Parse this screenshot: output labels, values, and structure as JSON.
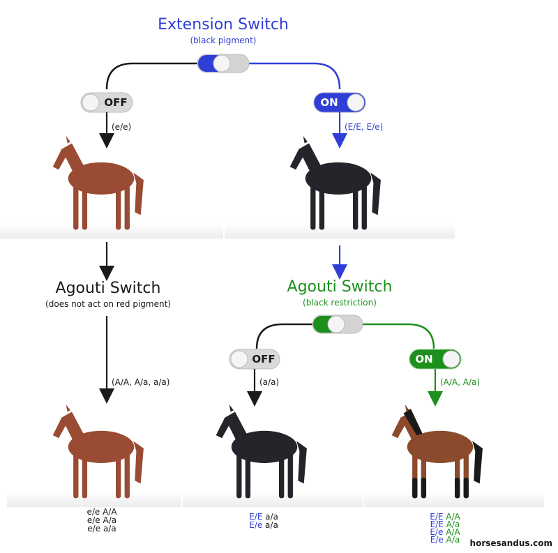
{
  "colors": {
    "blue": "#2f3fd6",
    "green": "#1c8f1c",
    "black": "#1a1a1a",
    "chestnut": "#9a4b33",
    "black_horse": "#24242a",
    "bay": "#8b4a2c"
  },
  "extension": {
    "title": "Extension Switch",
    "subtitle": "(black pigment)",
    "off_label": "OFF",
    "on_label": "ON",
    "off_genotypes": "(e/e)",
    "on_genotypes": "(E/E, E/e)"
  },
  "agouti_red": {
    "title": "Agouti Switch",
    "subtitle": "(does not act on red pigment)",
    "genotypes": "(A/A, A/a, a/a)"
  },
  "agouti_black": {
    "title": "Agouti Switch",
    "subtitle": "(black restriction)",
    "off_label": "OFF",
    "on_label": "ON",
    "off_genotypes": "(a/a)",
    "on_genotypes": "(A/A, A/a)"
  },
  "results": {
    "chestnut": [
      {
        "ext": "e/e",
        "agouti": "A/A"
      },
      {
        "ext": "e/e",
        "agouti": "A/a"
      },
      {
        "ext": "e/e",
        "agouti": "a/a"
      }
    ],
    "black": [
      {
        "ext": "E/E",
        "agouti": "a/a"
      },
      {
        "ext": "E/e",
        "agouti": "a/a"
      }
    ],
    "bay": [
      {
        "ext": "E/E",
        "agouti": "A/A"
      },
      {
        "ext": "E/E",
        "agouti": "A/a"
      },
      {
        "ext": "E/e",
        "agouti": "A/A"
      },
      {
        "ext": "E/e",
        "agouti": "A/a"
      }
    ]
  },
  "credit": "horsesandus.com"
}
